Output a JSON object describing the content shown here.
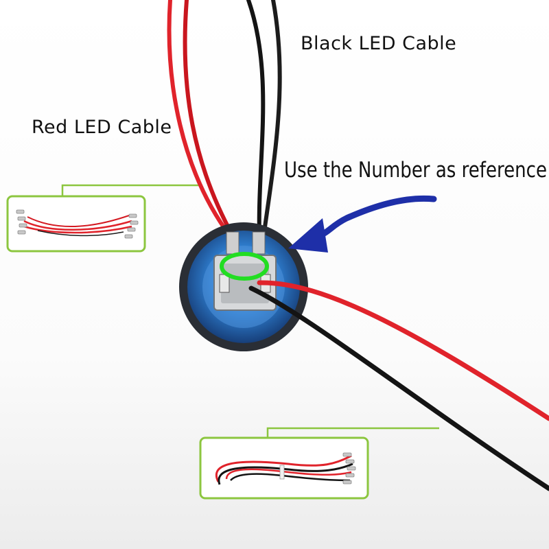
{
  "labels": {
    "black_led_cable": "Black LED Cable",
    "red_led_cable": "Red LED Cable",
    "number_reference": "Use the Number as reference"
  },
  "colors": {
    "red_wire": "#e0232b",
    "black_wire": "#141414",
    "callout_green": "#8cc63f",
    "highlight_ring": "#22dd22",
    "arrow_blue": "#1e2fa8",
    "button_blue": "#1e5fb0"
  }
}
